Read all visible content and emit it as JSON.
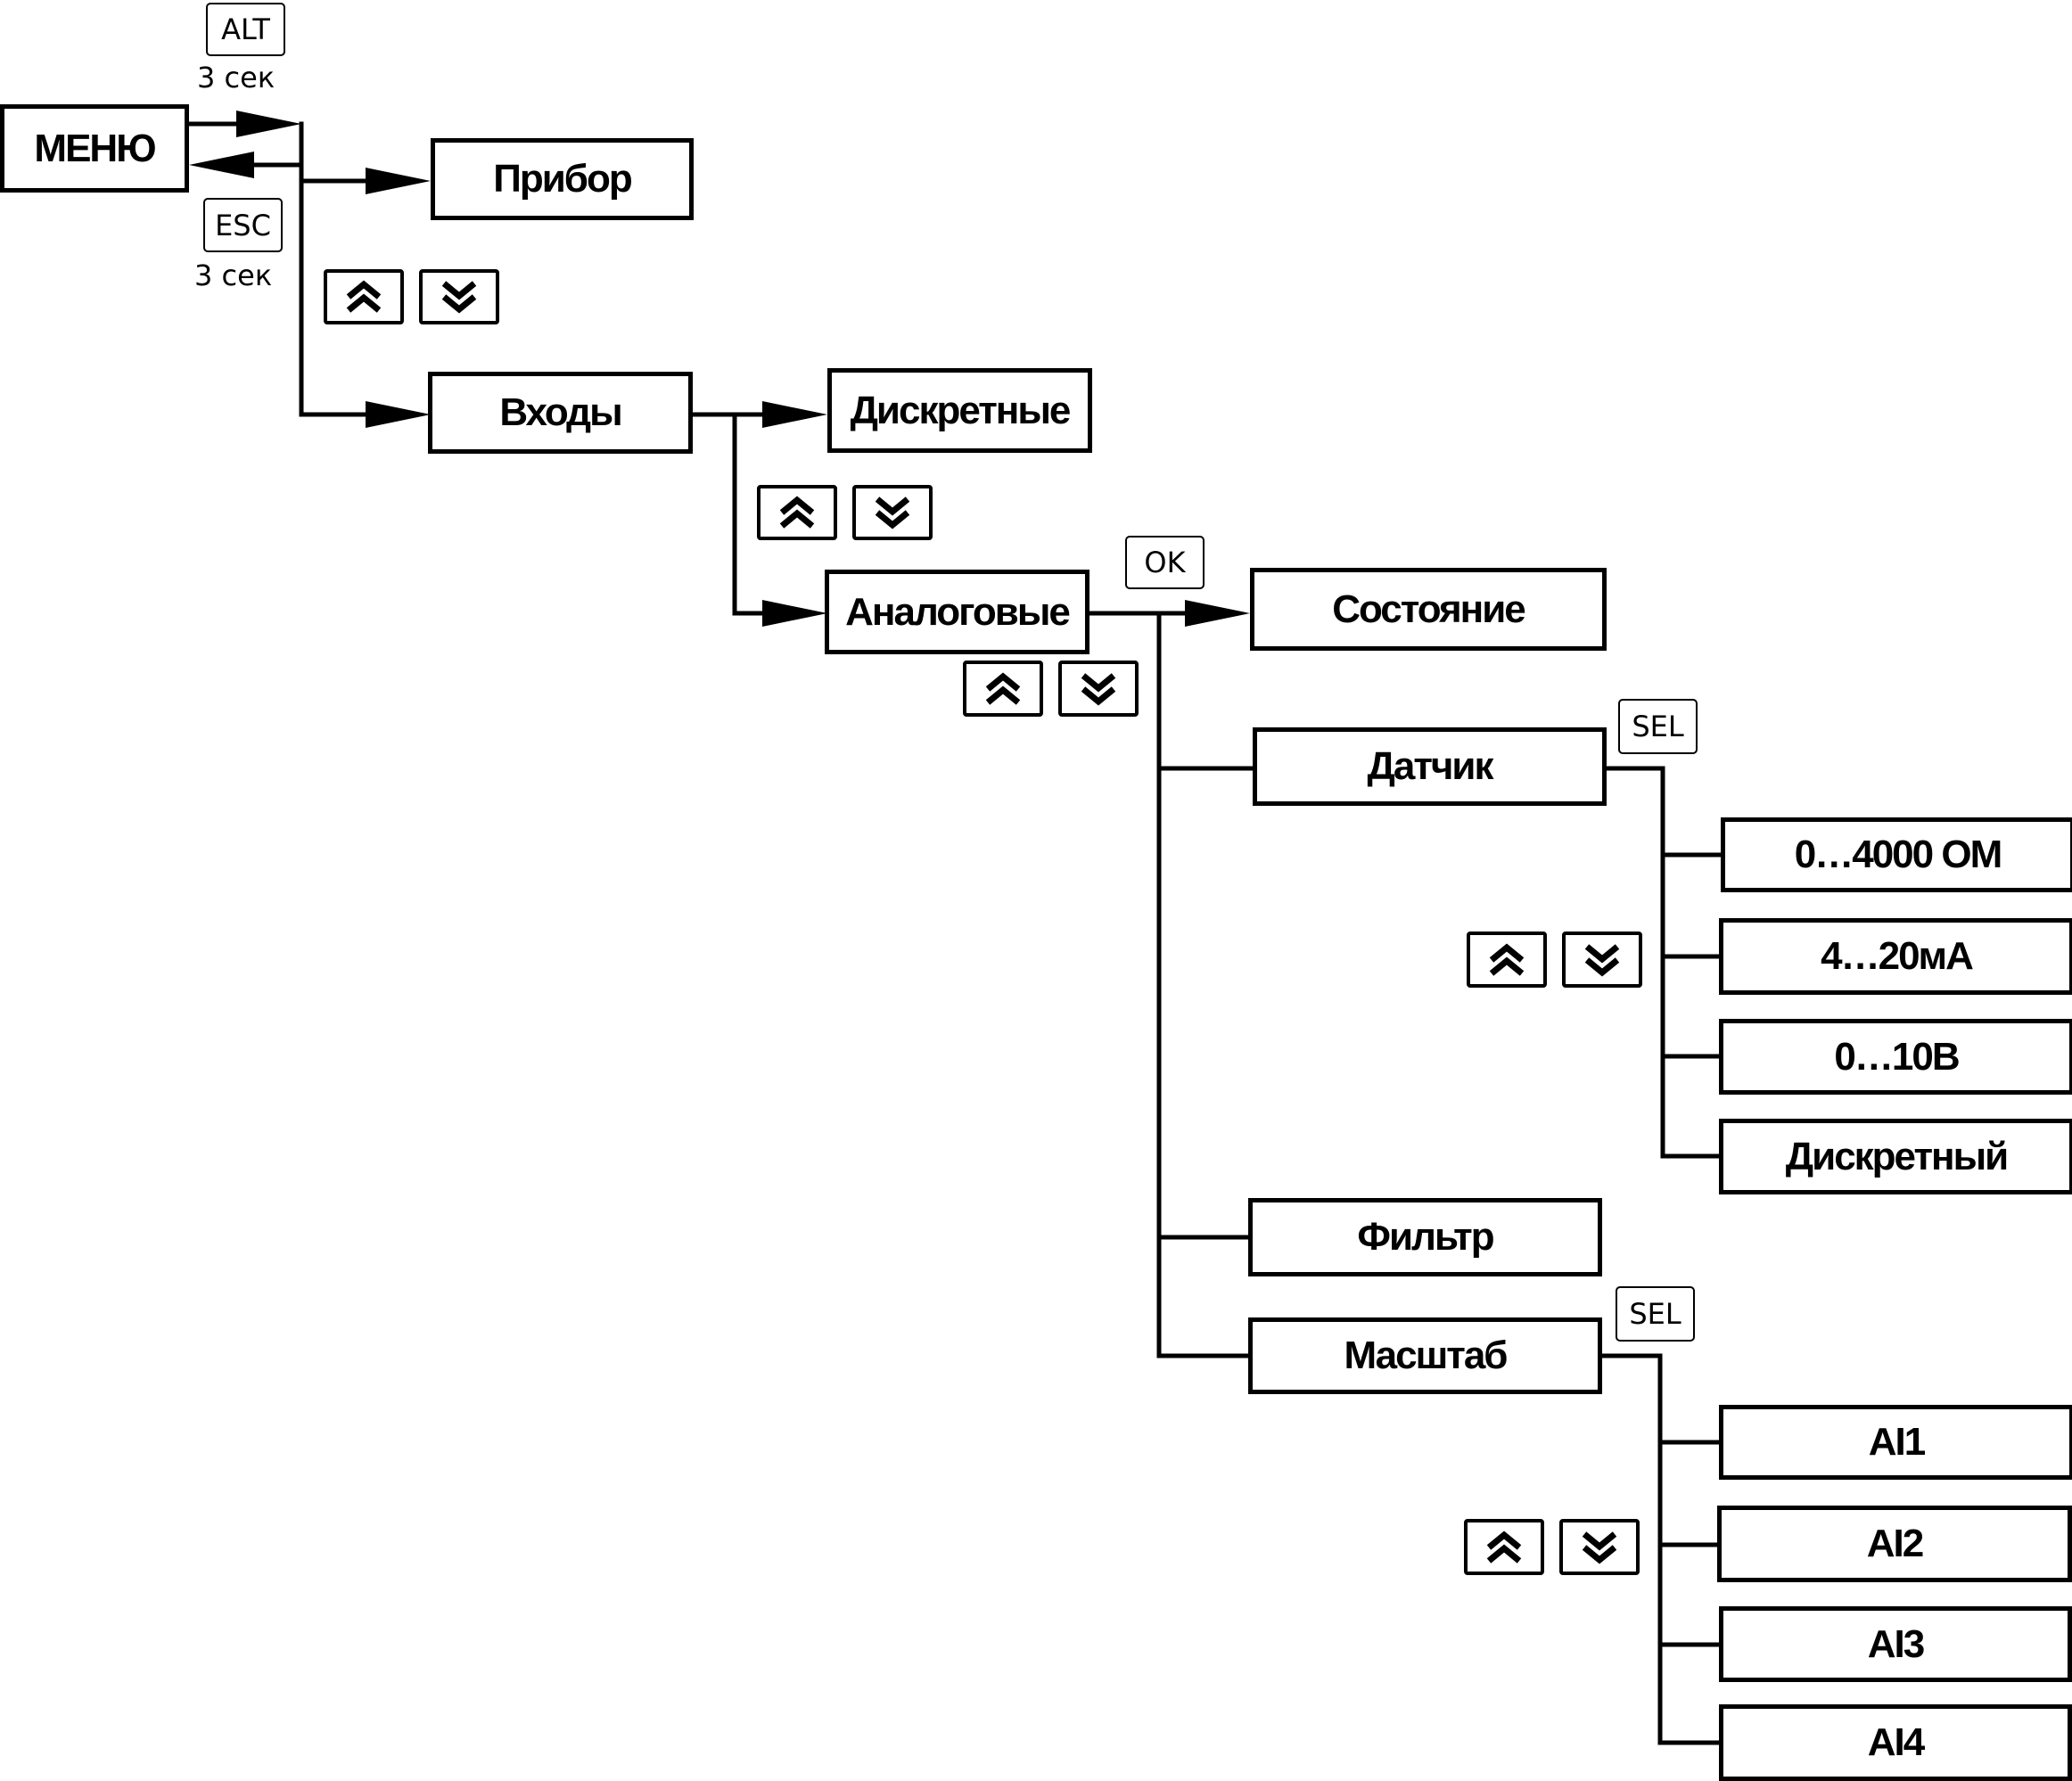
{
  "nodes": {
    "menu": "МЕНЮ",
    "pribor": "Прибор",
    "vkhody": "Входы",
    "diskretnye": "Дискретные",
    "analogovye": "Аналоговые",
    "sostoyanie": "Состояние",
    "datchik": "Датчик",
    "range_ohm": "0…4000 ОМ",
    "range_ma": "4…20мА",
    "range_v": "0…10В",
    "diskretny": "Дискретный",
    "filtr": "Фильтр",
    "masshtab": "Масштаб",
    "ai1": "AI1",
    "ai2": "AI2",
    "ai3": "AI3",
    "ai4": "AI4"
  },
  "keys": {
    "alt": "ALT",
    "esc": "ESC",
    "ok": "OK",
    "sel": "SEL"
  },
  "captions": {
    "alt_hold": "3 сек",
    "esc_hold": "3 сек"
  },
  "icons": {
    "up": "double-chevron-up-icon",
    "down": "double-chevron-down-icon"
  }
}
